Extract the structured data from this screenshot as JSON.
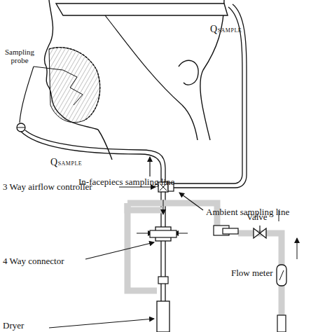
{
  "diagram": {
    "labels": [
      "Sampling probe",
      "QSAMPLE",
      "QSAMPLE",
      "In-facepiecs sampling line",
      "3 Way airflow controller",
      "Ambient sampling line",
      "Valve",
      "Flow meter",
      "4 Way connector",
      "Dryer"
    ]
  }
}
